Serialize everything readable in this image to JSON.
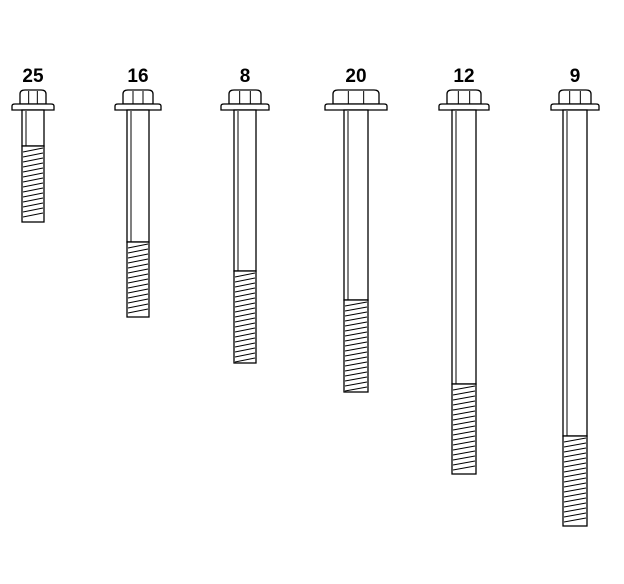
{
  "diagram": {
    "bolts": [
      {
        "label": "25"
      },
      {
        "label": "16"
      },
      {
        "label": "8"
      },
      {
        "label": "20"
      },
      {
        "label": "12"
      },
      {
        "label": "9"
      }
    ]
  }
}
